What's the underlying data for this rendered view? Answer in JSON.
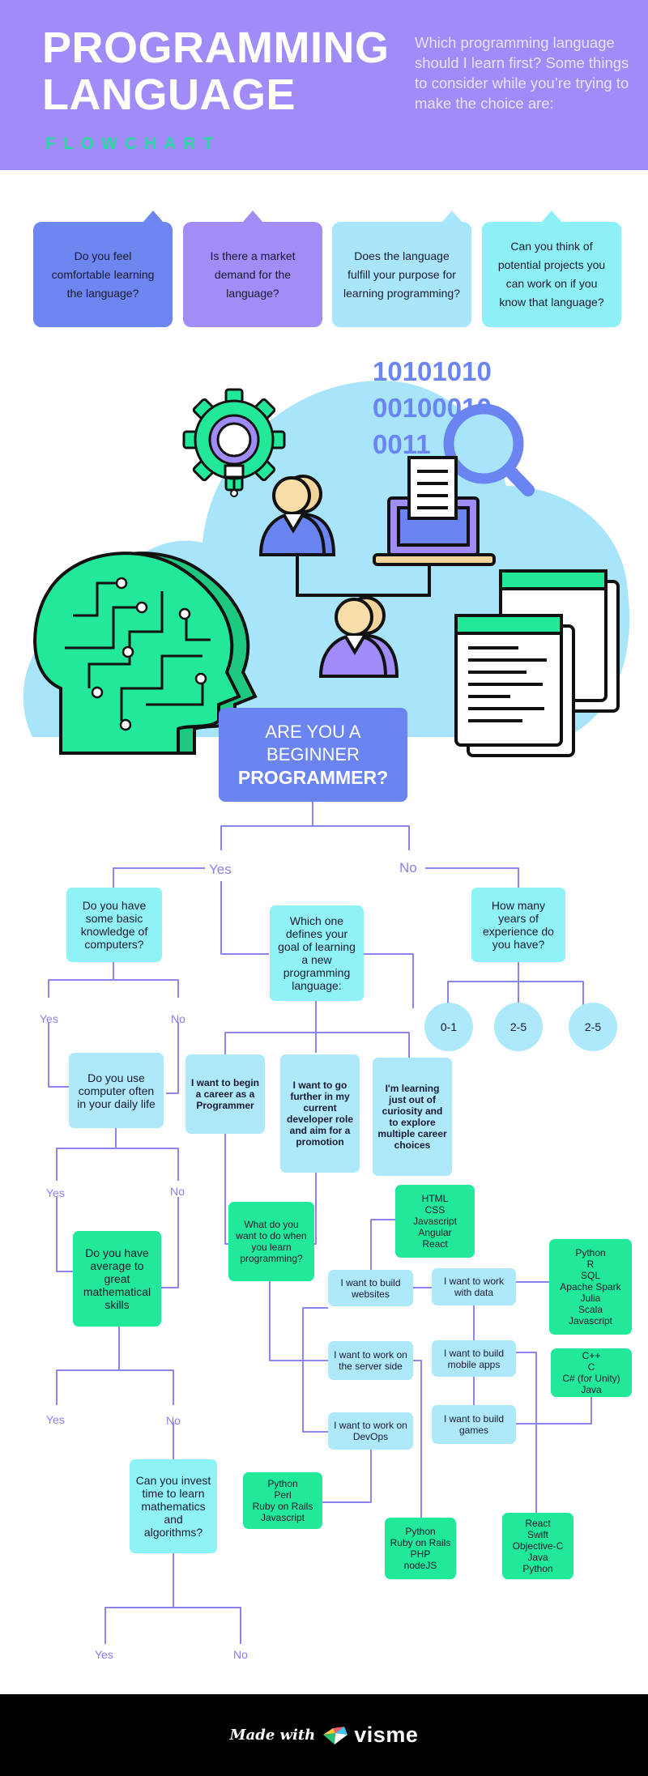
{
  "header": {
    "title_line1": "PROGRAMMING",
    "title_line2": "LANGUAGE",
    "subtitle": "FLOWCHART",
    "intro": "Which programming language should I learn first? Some things to consider while you’re trying to make the choice are:"
  },
  "considerations": [
    "Do you feel comfortable learning the language?",
    "Is there a market demand for the language?",
    "Does the language fulfill your purpose for learning programming?",
    "Can you think of potential projects you can work on if you know that language?"
  ],
  "illustration": {
    "binary": [
      "10101010",
      "00100010",
      "0011"
    ]
  },
  "start": {
    "line1": "ARE YOU A",
    "line2": "BEGINNER",
    "line3": "PROGRAMMER?"
  },
  "flow": {
    "yes": "Yes",
    "no": "No",
    "basic_knowledge": "Do you have some basic knowledge of computers?",
    "use_computer": "Do you use computer often in your daily life",
    "math_skills": "Do you have average to great mathematical skills",
    "invest_time": "Can you invest time to learn mathematics and algorithms?",
    "goal": "Which one defines your goal of learning a new programming language:",
    "goal_career": "I want to begin a career as a Programmer",
    "goal_further": "I want to go further in my current developer role and aim for a promotion",
    "goal_curiosity": "I'm learning just out of curiosity and to explore multiple career choices",
    "what_to_do": "What do you want to do when you learn programming?",
    "websites": "I want to build websites",
    "data": "I want to work with data",
    "server": "I want to work on the server side",
    "mobile": "I want to build mobile apps",
    "games": "I want to build games",
    "devops": "I want to work on DevOps",
    "years": "How many years of experience do you have?",
    "exp_1": "0-1",
    "exp_2": "2-5",
    "exp_3": "2-5"
  },
  "languages": {
    "web": [
      "HTML",
      "CSS",
      "Javascript",
      "Angular",
      "React"
    ],
    "data": [
      "Python",
      "R",
      "SQL",
      "Apache Spark",
      "Julia",
      "Scala",
      "Javascript"
    ],
    "games": [
      "C++",
      "C",
      "C# (for Unity)",
      "Java"
    ],
    "devops": [
      "Python",
      "Perl",
      "Ruby on Rails",
      "Javascript"
    ],
    "server": [
      "Python",
      "Ruby on Rails",
      "PHP",
      "nodeJS"
    ],
    "mobile": [
      "React",
      "Swift",
      "Objective-C",
      "Java",
      "Python"
    ]
  },
  "footer": {
    "made_with": "Made with",
    "brand": "visme"
  },
  "colors": {
    "header_bg": "#a08bf8",
    "accent_green": "#22e89a",
    "accent_blue": "#6a85f2",
    "line": "#8a86ec"
  }
}
